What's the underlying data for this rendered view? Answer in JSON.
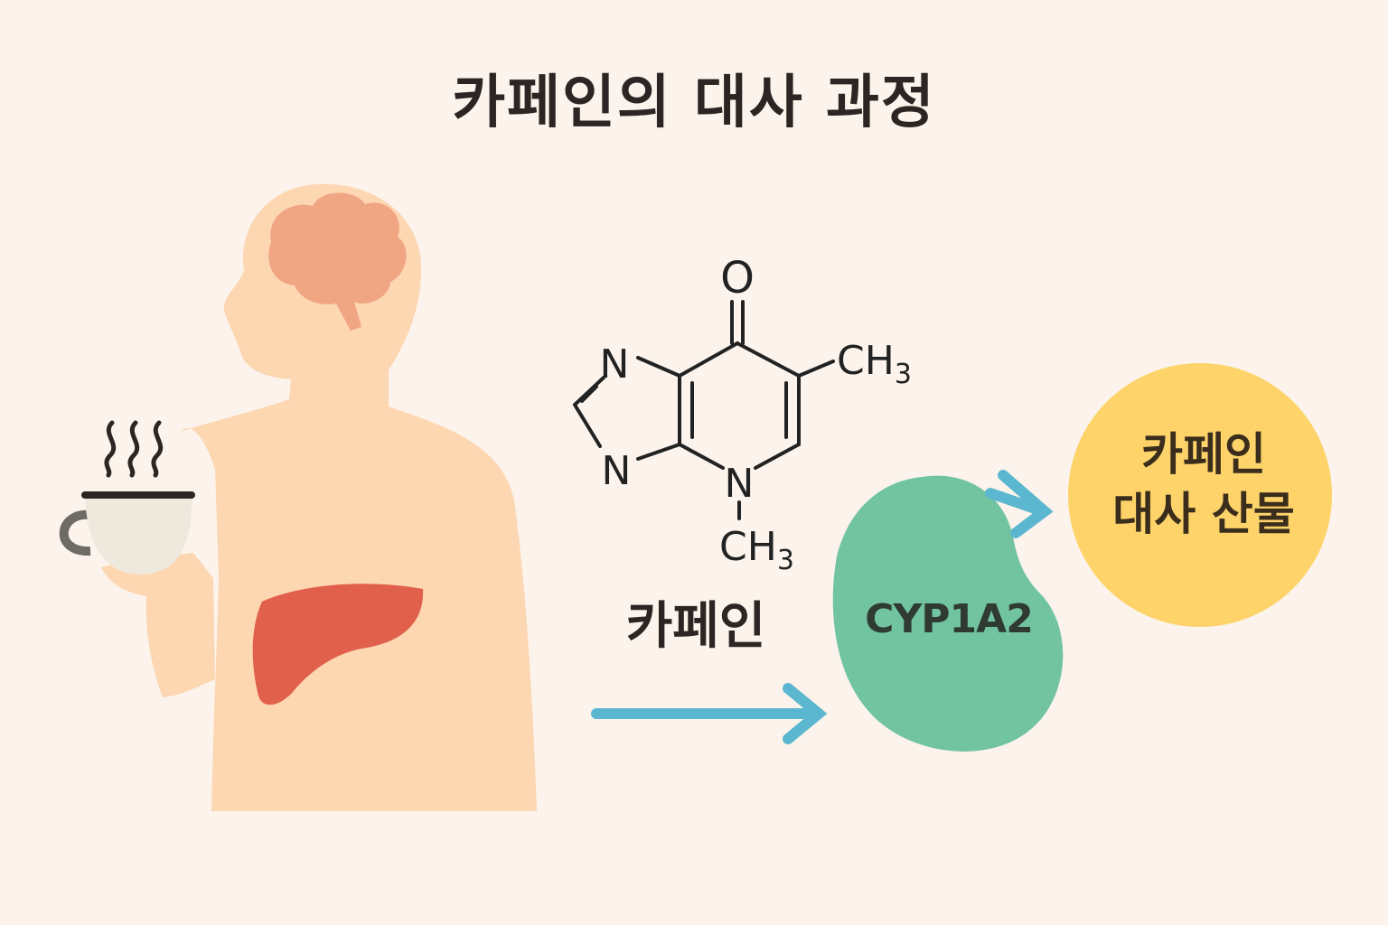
{
  "title": "카페인의 대사 과정",
  "molecule": {
    "name": "카페인",
    "atoms": {
      "oxygen": "O",
      "n_top": "N",
      "n_bottom": "N",
      "n_ring": "N",
      "methyl_c": "CH",
      "methyl_sub": "3"
    }
  },
  "enzyme": {
    "label": "CYP1A2"
  },
  "product": {
    "line1": "카페인",
    "line2": "대사 산물"
  },
  "colors": {
    "background": "#fcf4ec",
    "body": "#fdd6b2",
    "brain": "#f0a583",
    "liver": "#e0604b",
    "arrow": "#5bb7cf",
    "enzyme": "#72c4a0",
    "product": "#fdd36a",
    "cup": "#efe8dc"
  }
}
